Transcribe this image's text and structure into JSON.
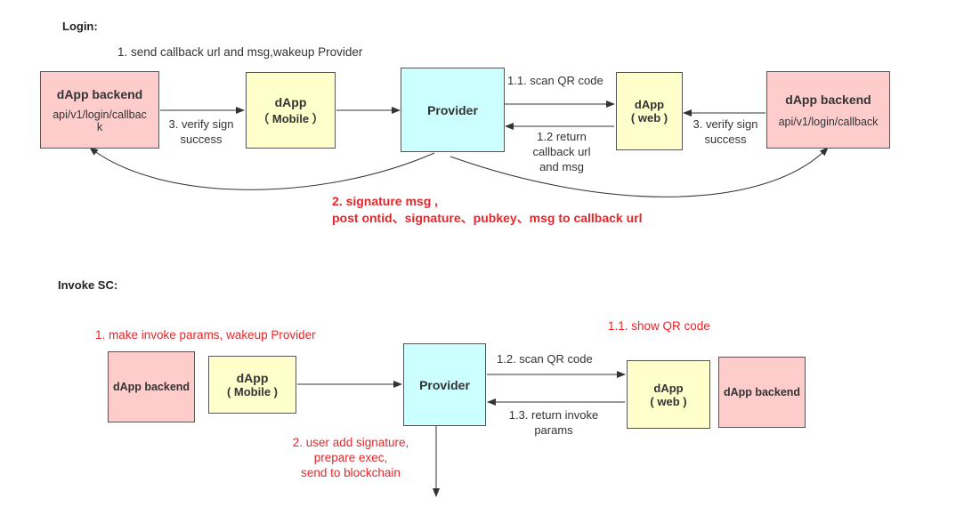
{
  "login": {
    "heading": "Login:",
    "step1": "1. send callback url and msg,wakeup Provider",
    "step1_1": "1.1. scan QR code",
    "step1_2": [
      "1.2 return",
      "callback url",
      "and msg"
    ],
    "step2": [
      "2. signature msg ,",
      "post ontid、signature、pubkey、msg to callback url"
    ],
    "step3_left": [
      "3. verify sign",
      "success"
    ],
    "step3_right": [
      "3. verify sign",
      "success"
    ],
    "backend_left": {
      "title": "dApp backend",
      "subtitle": [
        "api/v1/login/callbac",
        "k"
      ]
    },
    "mobile": {
      "title": "dApp",
      "subtitle": "（ Mobile ）"
    },
    "provider": {
      "title": "Provider"
    },
    "web": {
      "title": "dApp",
      "subtitle": "( web )"
    },
    "backend_right": {
      "title": "dApp backend",
      "subtitle": "api/v1/login/callback"
    }
  },
  "invoke": {
    "heading": "Invoke SC:",
    "step1": "1. make invoke params, wakeup Provider",
    "step1_1": "1.1. show QR code",
    "step1_2": "1.2. scan QR code",
    "step1_3": [
      "1.3. return invoke",
      "params"
    ],
    "step2": [
      "2. user add signature,",
      "prepare exec,",
      "send to blockchain"
    ],
    "backend_left": {
      "title": "dApp backend"
    },
    "mobile": {
      "title": "dApp",
      "subtitle": "( Mobile )"
    },
    "provider": {
      "title": "Provider"
    },
    "web": {
      "title": "dApp",
      "subtitle": "( web )"
    },
    "backend_right": {
      "title": "dApp backend"
    }
  },
  "colors": {
    "backend": "#ffcccc",
    "mobile_web": "#ffffcc",
    "provider": "#ccffff",
    "annotation_red": "#e8262a",
    "arrow": "#333333"
  }
}
